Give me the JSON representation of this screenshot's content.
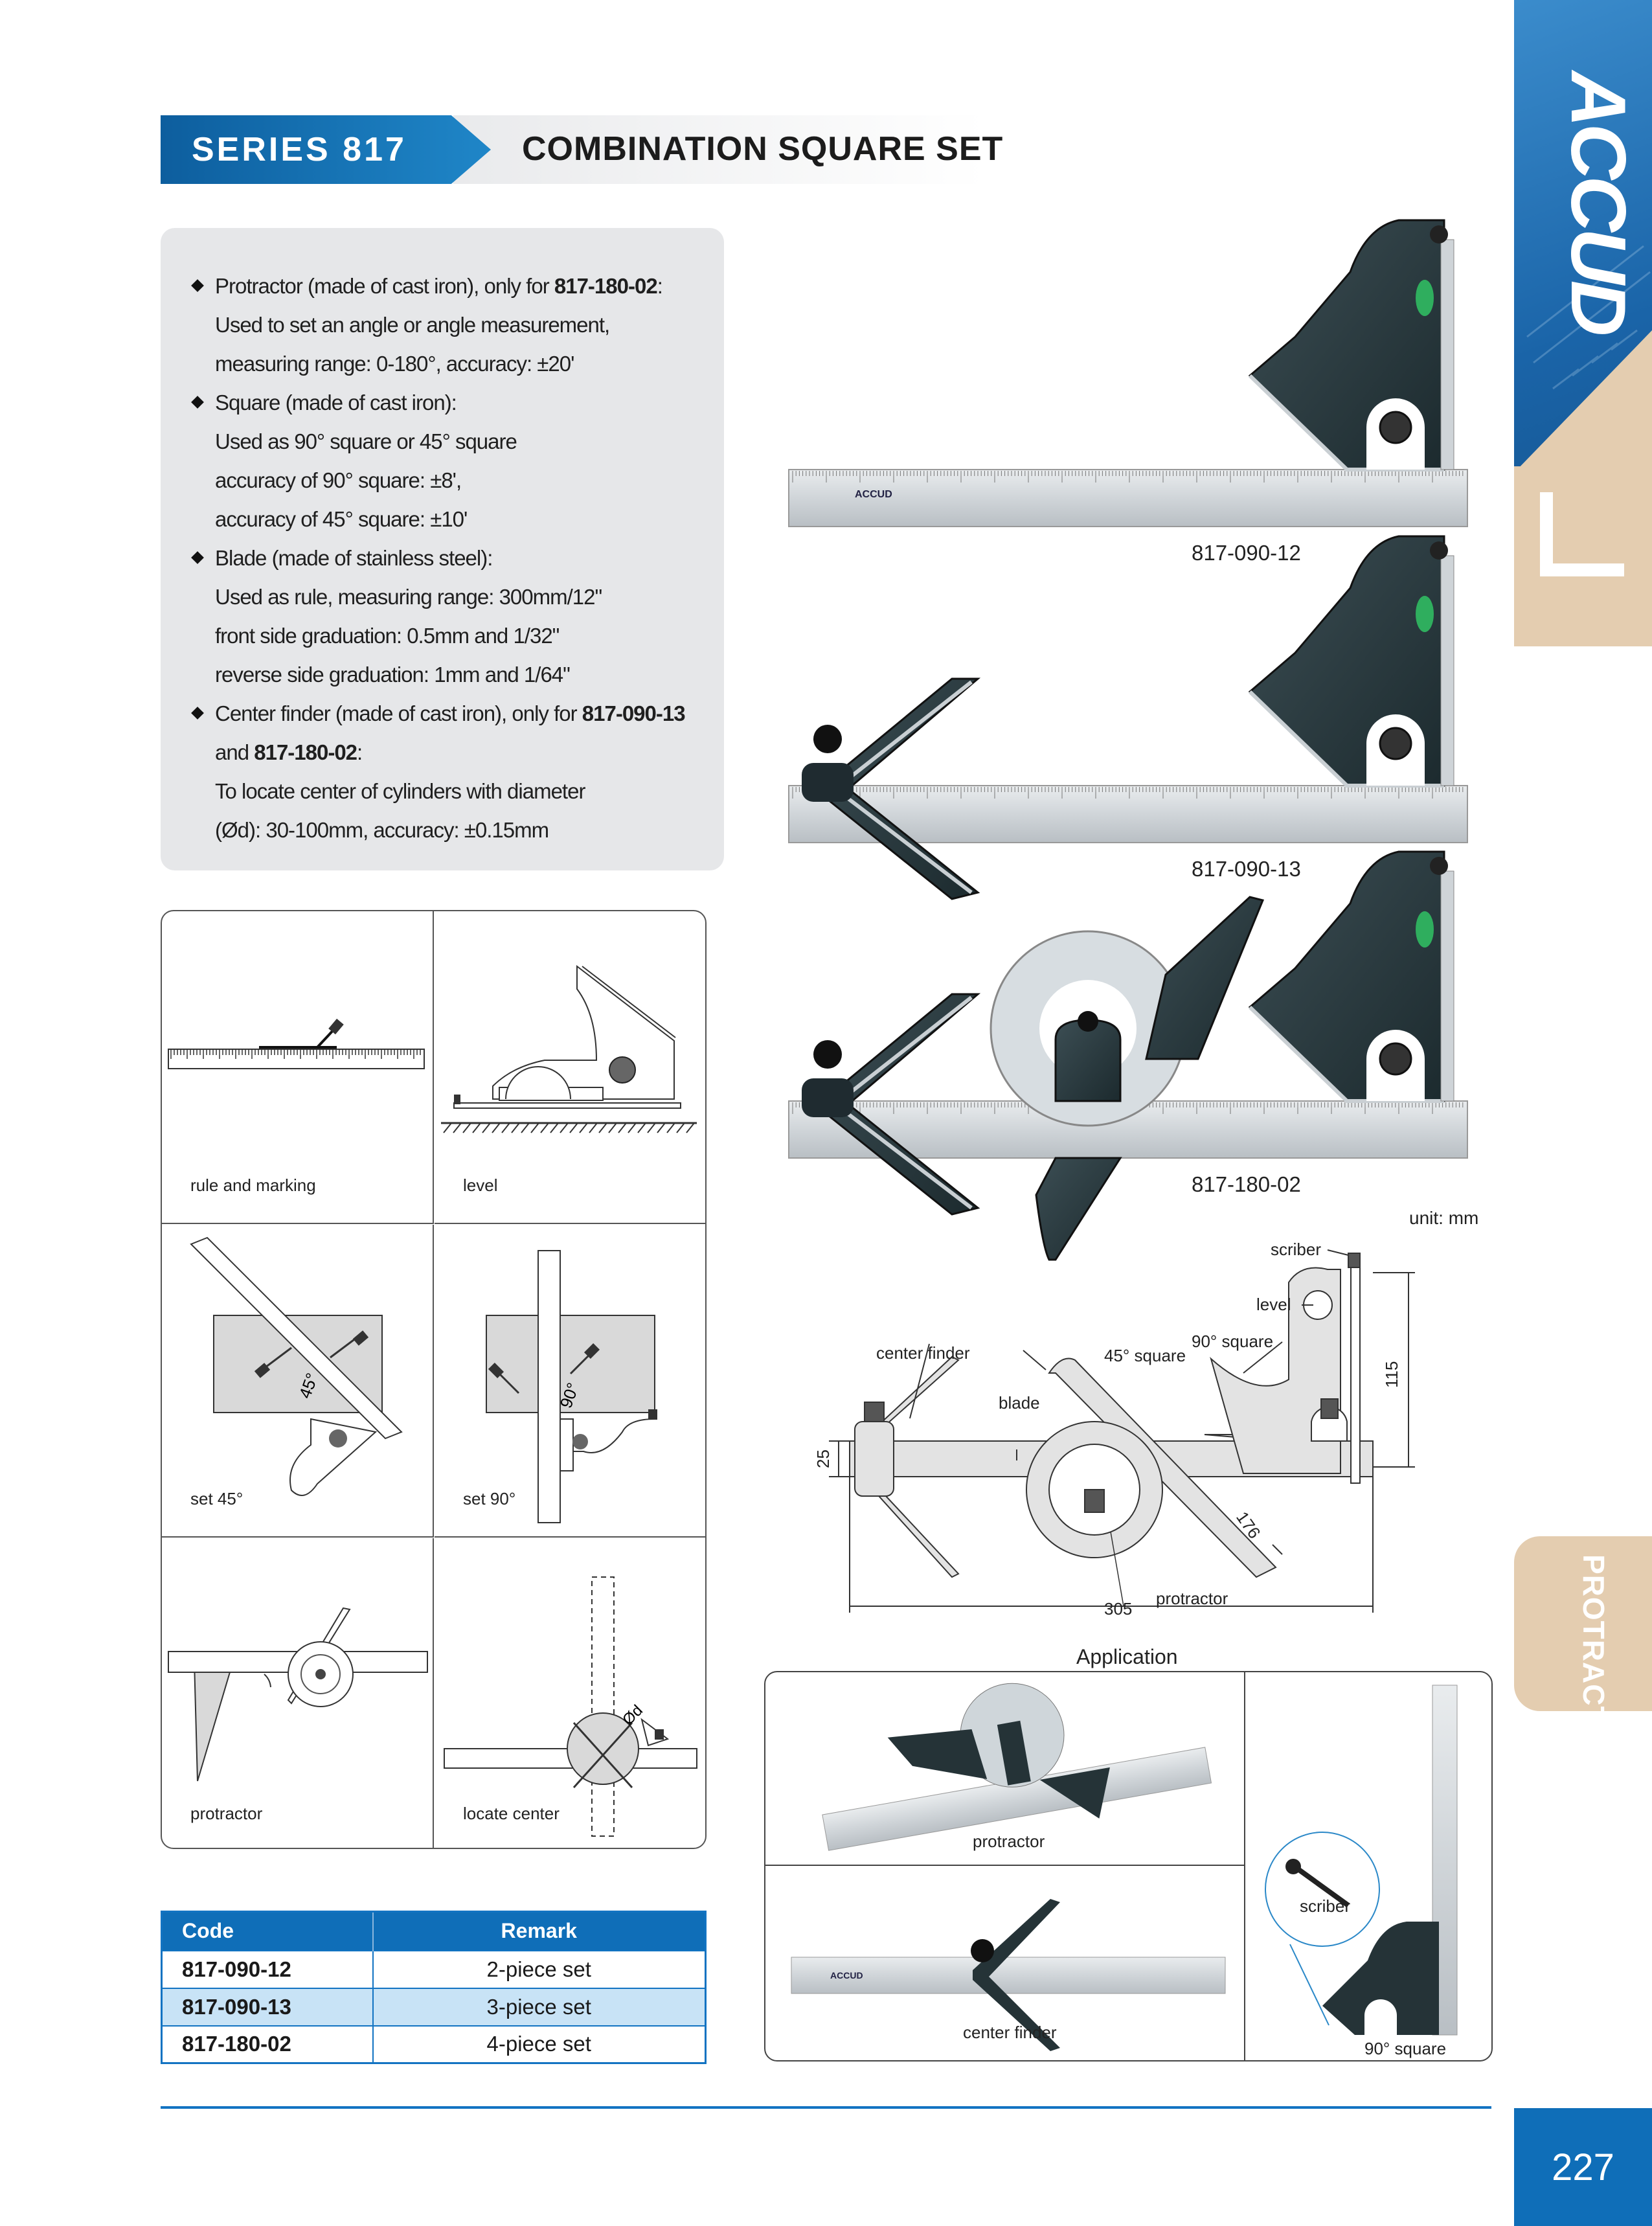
{
  "header": {
    "series": "SERIES 817",
    "title": "COMBINATION SQUARE SET"
  },
  "brand": {
    "logo_text": "ACCUD",
    "section_letter": "L",
    "tab_label": "PROTRACTOR",
    "page_number": "227"
  },
  "features": [
    {
      "lines": [
        "Protractor (made of cast iron), only for ",
        "817-180-02",
        ":"
      ],
      "sub": [
        "Used to set an angle or angle measurement,",
        "measuring range: 0-180°, accuracy: ±20'"
      ]
    },
    {
      "lines": [
        "Square (made of cast iron):"
      ],
      "sub": [
        "Used as 90° square or 45° square",
        "accuracy of 90° square: ±8',",
        "accuracy of 45° square: ±10'"
      ]
    },
    {
      "lines": [
        "Blade (made of stainless steel):"
      ],
      "sub": [
        "Used as rule, measuring range: 300mm/12\"",
        "front side graduation: 0.5mm and 1/32\"",
        "reverse side graduation: 1mm and 1/64\""
      ]
    },
    {
      "lines": [
        "Center finder (made of cast iron), only for ",
        "817-090-13",
        ""
      ],
      "line2": [
        "and ",
        "817-180-02",
        ":"
      ],
      "sub": [
        "To locate center of cylinders with diameter",
        "(Ød): 30-100mm, accuracy: ±0.15mm"
      ]
    }
  ],
  "applications": {
    "cells": [
      "rule and marking",
      "level",
      "set 45°",
      "set 90°",
      "protractor",
      "locate center"
    ],
    "angle_45": "45°",
    "angle_90": "90°",
    "diameter": "Ød"
  },
  "products": [
    {
      "code": "817-090-12"
    },
    {
      "code": "817-090-13"
    },
    {
      "code": "817-180-02"
    }
  ],
  "diagram": {
    "unit": "unit: mm",
    "labels": {
      "scriber": "scriber",
      "level": "level",
      "square90": "90° square",
      "square45": "45° square",
      "center_finder": "center finder",
      "blade": "blade",
      "protractor": "protractor"
    },
    "dims": {
      "height": "115",
      "width25": "25",
      "diag": "176",
      "length": "305"
    }
  },
  "application_photos": {
    "title": "Application",
    "protractor": "protractor",
    "center_finder": "center finder",
    "scriber": "scriber",
    "square90": "90° square"
  },
  "table": {
    "headers": [
      "Code",
      "Remark"
    ],
    "rows": [
      {
        "code": "817-090-12",
        "remark": "2-piece set"
      },
      {
        "code": "817-090-13",
        "remark": "3-piece set"
      },
      {
        "code": "817-180-02",
        "remark": "4-piece set"
      }
    ]
  },
  "ruler_brand": "ACCUD"
}
